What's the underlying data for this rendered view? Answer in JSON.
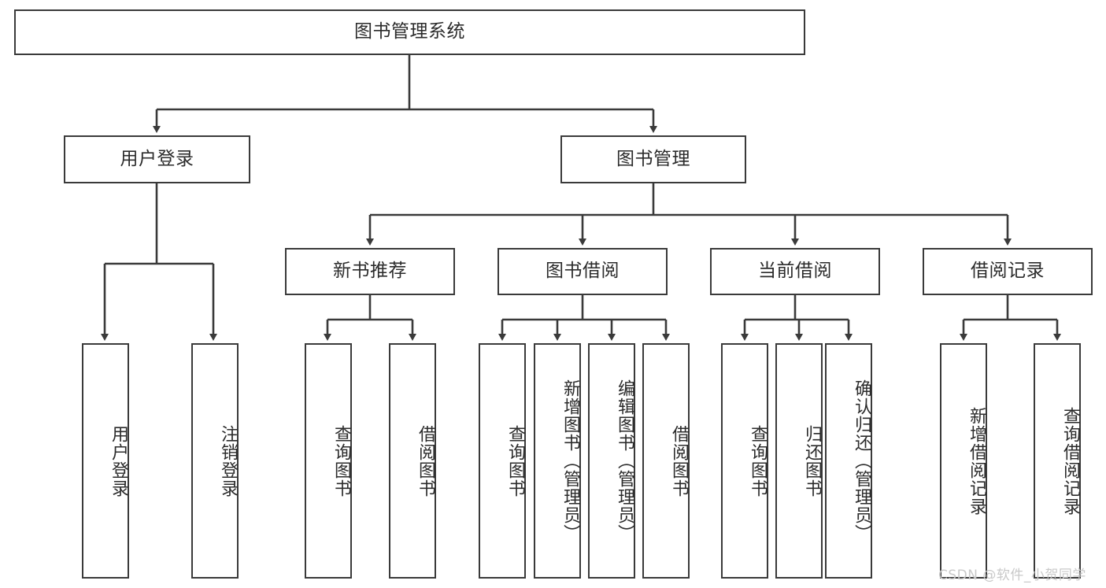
{
  "diagram": {
    "title_text": "图书管理系统",
    "orientation": "top-down-tree",
    "background_color": "#ffffff",
    "line_color": "#3a3a3a",
    "text_color": "#2b2b2b",
    "root": {
      "label": "图书管理系统"
    },
    "level1": [
      {
        "label": "用户登录"
      },
      {
        "label": "图书管理"
      }
    ],
    "level2": [
      {
        "label": "新书推荐"
      },
      {
        "label": "图书借阅"
      },
      {
        "label": "当前借阅"
      },
      {
        "label": "借阅记录"
      }
    ],
    "leaves": {
      "user_login": [
        {
          "label": "用户登录"
        },
        {
          "label": "注销登录"
        }
      ],
      "new_book_recommend": [
        {
          "label": "查询图书"
        },
        {
          "label": "借阅图书"
        }
      ],
      "book_borrow": [
        {
          "label": "查询图书"
        },
        {
          "label": "新增图书（管理员）"
        },
        {
          "label": "编辑图书（管理员）"
        },
        {
          "label": "借阅图书"
        }
      ],
      "current_borrow": [
        {
          "label": "查询图书"
        },
        {
          "label": "归还图书"
        },
        {
          "label": "确认归还（管理员）"
        }
      ],
      "borrow_record": [
        {
          "label": "新增借阅记录"
        },
        {
          "label": "查询借阅记录"
        }
      ]
    }
  },
  "watermark": {
    "text": "CSDN @软件_小贺同学"
  }
}
